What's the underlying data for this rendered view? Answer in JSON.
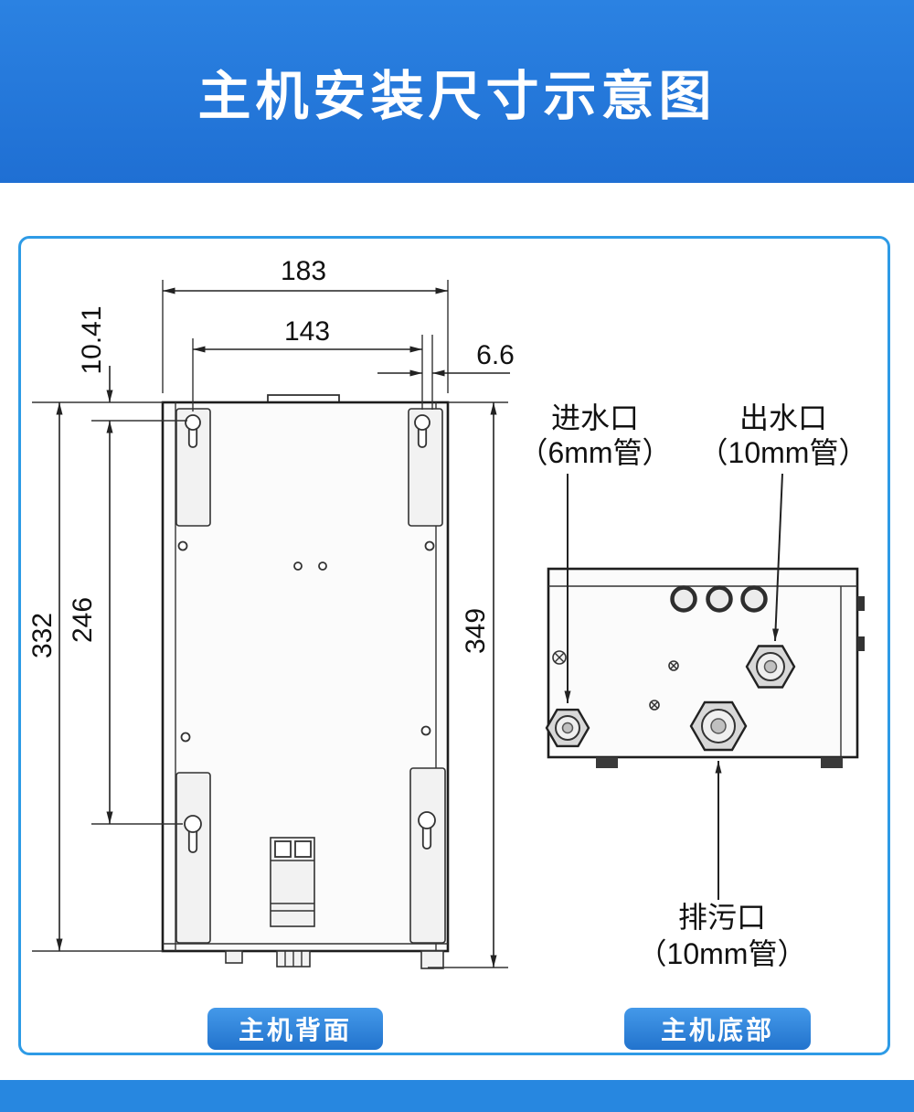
{
  "header": {
    "title": "主机安装尺寸示意图"
  },
  "diagram": {
    "back_view": {
      "caption": "主机背面",
      "dimensions": {
        "outer_width": "183",
        "inner_width": "143",
        "top_hole_offset": "10.41",
        "side_hole_offset": "6.6",
        "left_height": "332",
        "hole_span_height": "246",
        "right_height": "349"
      }
    },
    "bottom_view": {
      "caption": "主机底部",
      "ports": {
        "inlet": {
          "name": "进水口",
          "spec": "（6mm管）"
        },
        "outlet": {
          "name": "出水口",
          "spec": "（10mm管）"
        },
        "drain": {
          "name": "排污口",
          "spec": "（10mm管）"
        }
      }
    }
  },
  "colors": {
    "header_blue": "#2279dd",
    "panel_border_blue": "#2e9be6",
    "caption_blue": "#2e86dd",
    "footer_blue": "#2787e0"
  }
}
